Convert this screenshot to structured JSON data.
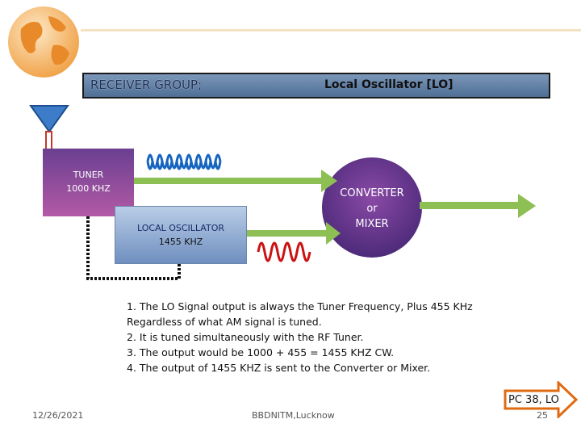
{
  "header": {
    "left_title": "RECEIVER GROUP;",
    "right_title": "Local Oscillator  [LO]"
  },
  "blocks": {
    "tuner": [
      "TUNER",
      "1000 KHZ"
    ],
    "local_oscillator": [
      "LOCAL OSCILLATOR",
      "1455 KHZ"
    ],
    "mixer": [
      "CONVERTER",
      "or",
      "MIXER"
    ]
  },
  "notes": [
    "1. The LO Signal output is always the Tuner Frequency,   Plus  455  KHz",
    "Regardless of what AM signal is tuned.",
    "2. It is tuned simultaneously with the RF Tuner.",
    "3. The output would be 1000 + 455 = 1455 KHZ CW.",
    "4. The output of 1455 KHZ is sent to the Converter or Mixer."
  ],
  "footer": {
    "date": "12/26/2021",
    "center": "BBDNITM,Lucknow",
    "page": "25",
    "nav_button": "PC 38, LO"
  },
  "colors": {
    "title_bar": "#5f7fa6",
    "tuner": "#8a4a9c",
    "mixer": "#7a3f96",
    "arrow": "#8dbf54",
    "lo_box": "#8fa9d2",
    "wave_blue": "#1565c0",
    "wave_red": "#cc1111",
    "nav_arrow": "#e06a10"
  }
}
